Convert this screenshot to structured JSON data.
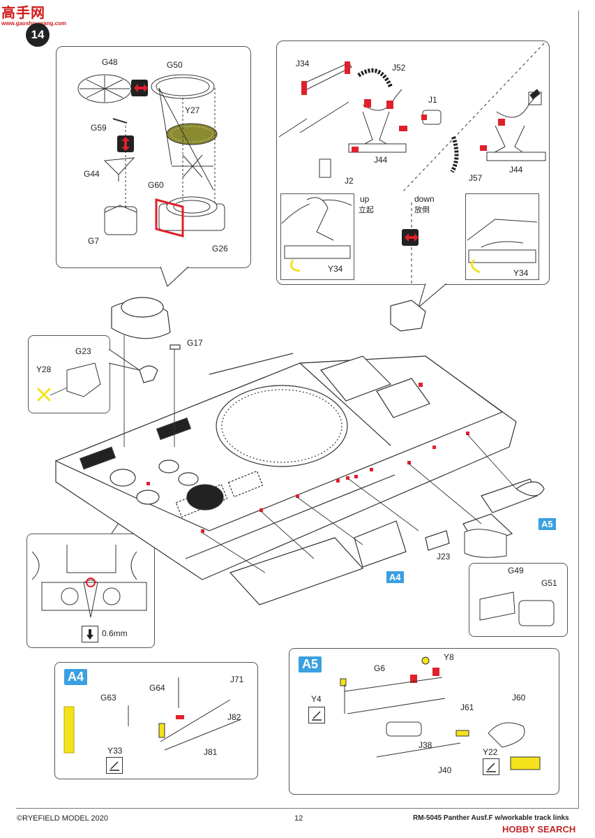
{
  "watermark": {
    "text_top": "高手网",
    "text_bottom": "www.gaoshouwang.com"
  },
  "step": {
    "number": "14"
  },
  "labels": {
    "G48": "G48",
    "G50": "G50",
    "Y27": "Y27",
    "G59": "G59",
    "G44": "G44",
    "G60": "G60",
    "G7": "G7",
    "G26": "G26",
    "J34": "J34",
    "J52": "J52",
    "J1": "J1",
    "J44a": "J44",
    "J2": "J2",
    "J57": "J57",
    "J44b": "J44",
    "up": "up",
    "up_cn": "立起",
    "down": "down",
    "down_cn": "放倒",
    "Y34a": "Y34",
    "Y34b": "Y34",
    "G17": "G17",
    "G23": "G23",
    "Y28": "Y28",
    "J23": "J23",
    "G49": "G49",
    "G51": "G51",
    "drill": "0.6mm",
    "G64": "G64",
    "J71": "J71",
    "G63": "G63",
    "J82": "J82",
    "Y33": "Y33",
    "J81": "J81",
    "G6": "G6",
    "Y8": "Y8",
    "Y4": "Y4",
    "J61": "J61",
    "J60": "J60",
    "J38": "J38",
    "Y22": "Y22",
    "J40": "J40"
  },
  "tags": {
    "A5_main": "A5",
    "A4_main": "A4",
    "A4_box": "A4",
    "A5_box": "A5"
  },
  "footer": {
    "copyright": "©RYEFIELD MODEL 2020",
    "page": "12",
    "product": "RM-5045  Panther Ausf.F w/workable track links",
    "site": "HOBBY SEARCH"
  },
  "colors": {
    "accent_blue": "#3aa0e0",
    "part_red": "#e0202a",
    "part_yellow": "#f4e31c",
    "mesh_olive": "#8a8a30"
  }
}
